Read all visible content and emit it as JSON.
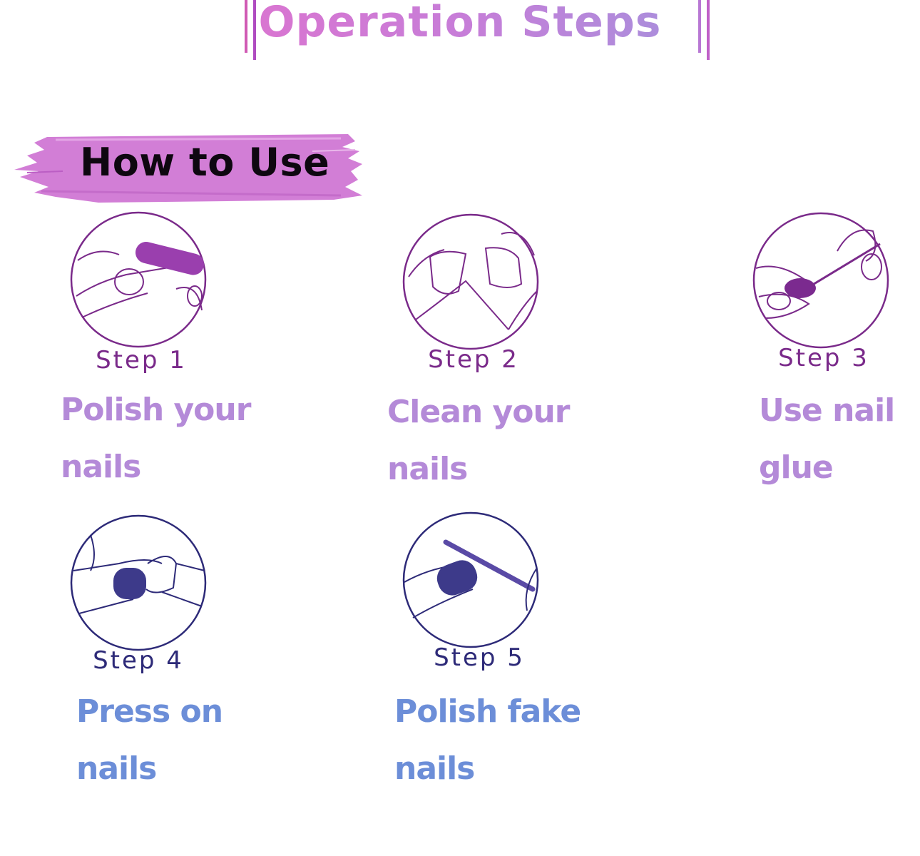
{
  "header": {
    "title": "Operation Steps"
  },
  "section": {
    "title": "How to Use"
  },
  "colors": {
    "purple": "#7a2a8a",
    "navy": "#2d2a78",
    "desc_purple": "#b48ad8",
    "desc_blue": "#6c8ed8",
    "brush": "#d07fd4"
  },
  "steps": [
    {
      "label": "Step 1",
      "text": "Polish your nails",
      "icon": "file-nail-icon"
    },
    {
      "label": "Step 2",
      "text": "Clean your nails",
      "icon": "clean-nail-icon"
    },
    {
      "label": "Step 3",
      "text": "Use nail glue",
      "icon": "glue-brush-icon"
    },
    {
      "label": "Step 4",
      "text": "Press on nails",
      "icon": "press-nail-icon"
    },
    {
      "label": "Step 5",
      "text": "Polish fake nails",
      "icon": "polish-fake-nail-icon"
    }
  ]
}
